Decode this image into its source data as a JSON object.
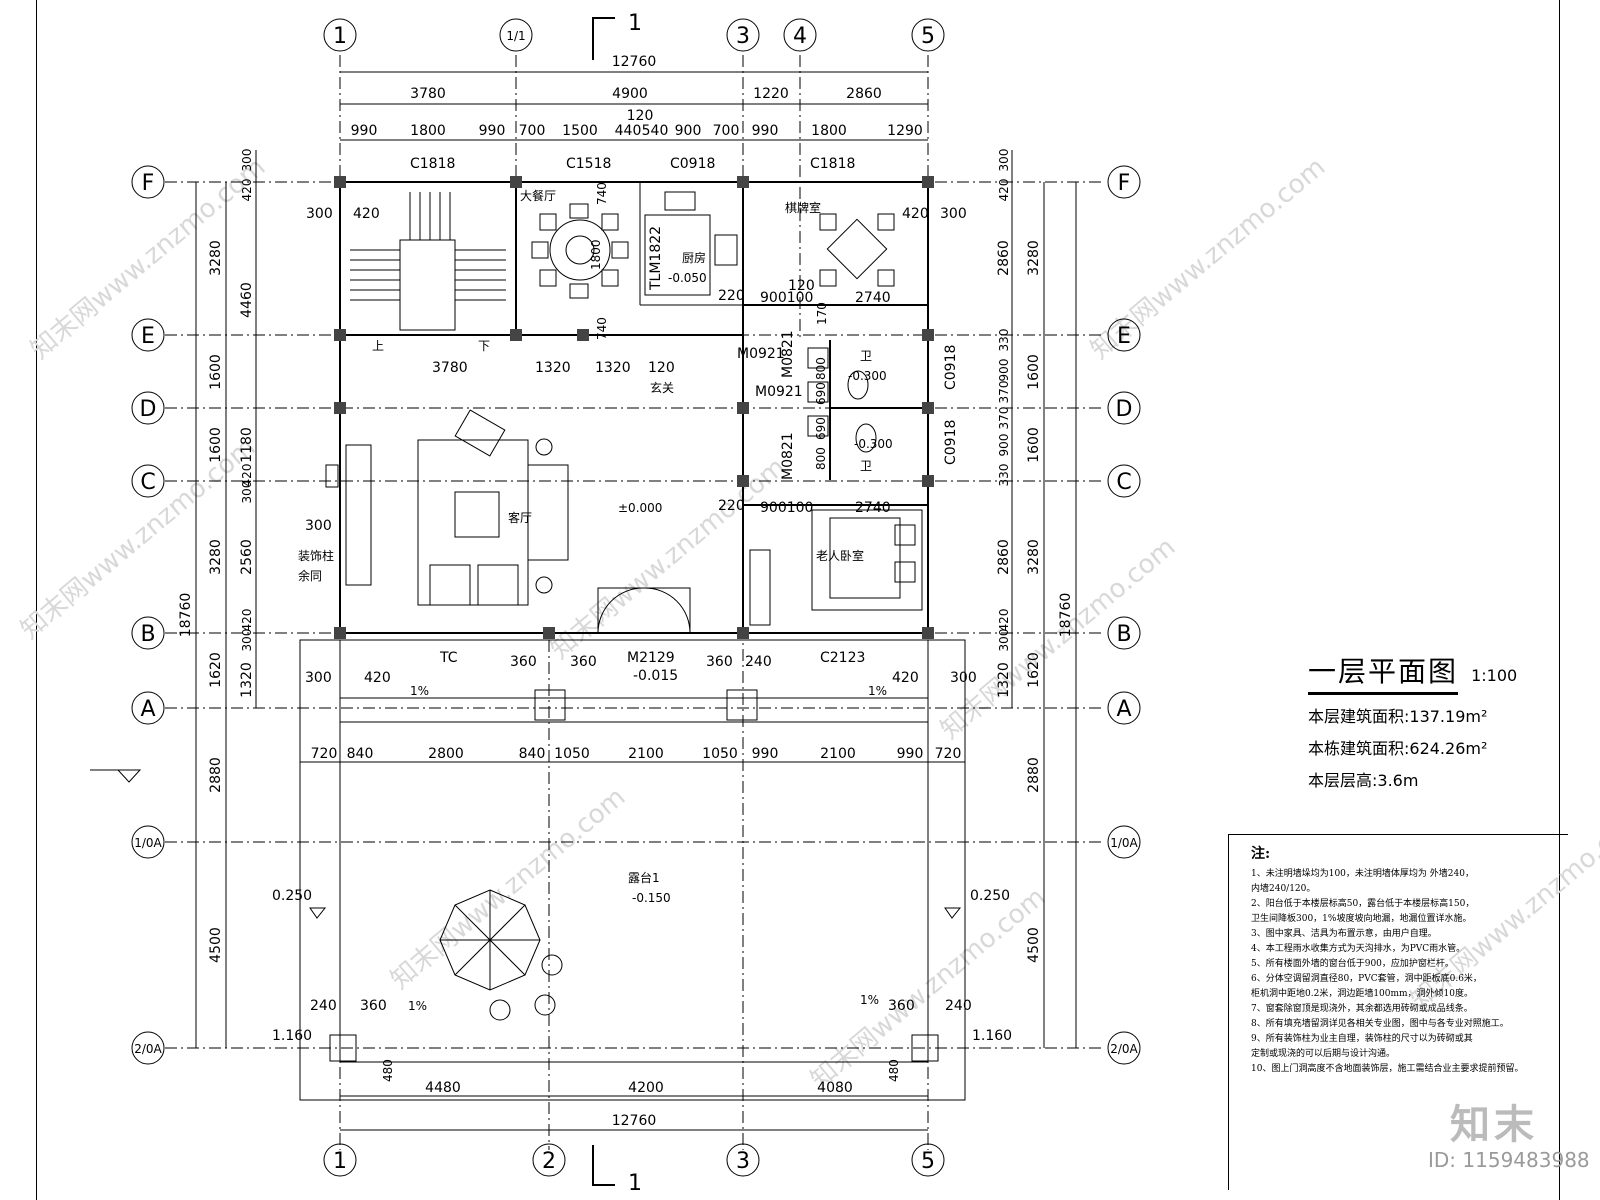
{
  "sheet": {
    "title": "一层平面图",
    "scale": "1:100",
    "floor_area": "本层建筑面积:137.19m²",
    "total_area": "本栋建筑面积:624.26m²",
    "floor_height": "本层层高:3.6m"
  },
  "axes": {
    "vertical": [
      "1",
      "1/1",
      "3",
      "4",
      "5",
      "1",
      "2",
      "3",
      "5"
    ],
    "horizontal": [
      "F",
      "E",
      "D",
      "C",
      "B",
      "A",
      "1/0A",
      "2/0A"
    ],
    "section": "1"
  },
  "dims_top": {
    "overall": "12760",
    "row1": [
      "3780",
      "4900",
      "1220",
      "2860"
    ],
    "row2": [
      "990",
      "1800",
      "990",
      "700",
      "1500",
      "440",
      "540",
      "900",
      "700",
      "990",
      "1800",
      "1290"
    ],
    "mid": "120"
  },
  "dims_bottom": {
    "overall": "12760",
    "row1": [
      "4480",
      "4200",
      "4080"
    ],
    "terrace": [
      "720",
      "840",
      "2800",
      "840",
      "1050",
      "2100",
      "1050",
      "990",
      "2100",
      "990",
      "720"
    ]
  },
  "dims_left": {
    "overall": "18760",
    "outer": [
      "3280",
      "1600",
      "1600",
      "3280",
      "1620",
      "2880",
      "4500"
    ],
    "inner": [
      "300",
      "420",
      "4460",
      "1180",
      "420",
      "300",
      "2560",
      "420",
      "300",
      "1320"
    ]
  },
  "dims_right": {
    "overall": "18760",
    "outer": [
      "3280",
      "1600",
      "1600",
      "3280",
      "1620",
      "2880",
      "4500"
    ],
    "inner": [
      "300",
      "420",
      "2860",
      "330",
      "900",
      "370",
      "370",
      "900",
      "330",
      "2860",
      "420",
      "300",
      "1320"
    ]
  },
  "rooms": {
    "dining": "大餐厅",
    "kitchen": "厨房",
    "kitchen_level": "-0.050",
    "chess": "棋牌室",
    "living": "客厅",
    "living_level": "±0.000",
    "elder": "老人卧室",
    "entry": "玄关",
    "bath": "卫",
    "bath_level1": "-0.300",
    "bath_level2": "-0.300",
    "terrace": "露台1",
    "terrace_level": "-0.150",
    "decor_col1": "装饰柱",
    "decor_col2": "余同"
  },
  "openings": {
    "c1818a": "C1818",
    "c1518": "C1518",
    "c0918": "C0918",
    "c1818b": "C1818",
    "tlm": "TLM1822",
    "m0921a": "M0921",
    "m0921b": "M0921",
    "m0821a": "M0821",
    "m0821b": "M0821",
    "c0918a": "C0918",
    "c0918b": "C0918",
    "m2129": "M2129",
    "m2129_level": "-0.015",
    "c2123": "C2123",
    "tc": "TC"
  },
  "misc": {
    "up": "上",
    "down": "下",
    "fall": "1%",
    "l1": "0.250",
    "l2": "0.250",
    "l3": "1.160",
    "l4": "1.160",
    "d3780": "3780",
    "d1320a": "1320",
    "d1320b": "1320",
    "d120": "120",
    "d220a": "220",
    "d220b": "220",
    "d900a": "900100",
    "d900b": "900100",
    "d2740a": "2740",
    "d2740b": "2740",
    "d170": "170",
    "d300": "300",
    "d360": "360",
    "d240": "240",
    "d480": "480",
    "d420": "420",
    "d800a": "800",
    "d800b": "800",
    "d690a": "690",
    "d690b": "690",
    "d1800": "1800",
    "d740a": "740",
    "d740b": "740",
    "d1200": "120"
  },
  "notes": {
    "head": "注:",
    "lines": [
      "1、未注明墙垛均为100，未注明墙体厚均为 外墙240，",
      "   内墙240/120。",
      "2、阳台低于本楼层标高50，露台低于本楼层标高150，",
      "   卫生间降板300，1%坡度坡向地漏，地漏位置详水施。",
      "3、图中家具、洁具为布置示意，由用户自理。",
      "4、本工程雨水收集方式为天沟排水，为PVC雨水管。",
      "5、所有楼面外墙的窗台低于900，应加护窗栏杆。",
      "6、分体空调留洞直径80，PVC套管，洞中距板底0.6米，",
      "   柜机洞中距地0.2米，洞边距墙100mm，洞外倾10度。",
      "7、窗套除窗顶是现浇外，其余都选用砖砌或成品线条。",
      "8、所有填充墙留洞详见各相关专业图，图中与各专业对照施工。",
      "9、所有装饰柱为业主自理，装饰柱的尺寸以为砖砌或其",
      "   定制或现浇的可以后期与设计沟通。",
      "10、图上门洞高度不含地面装饰层，施工需结合业主要求提前预留。"
    ]
  },
  "brand": {
    "logo": "知末",
    "id": "ID: 1159483988",
    "watermark": "知末网www.znzmo.com"
  }
}
